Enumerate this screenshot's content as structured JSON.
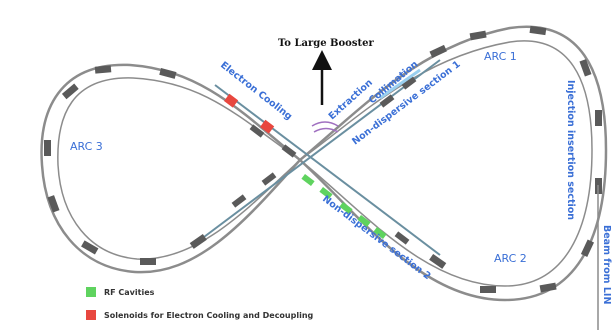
{
  "labels": {
    "to_large_booster": "To Large Booster",
    "arc1": "ARC 1",
    "arc2": "ARC 2",
    "arc3": "ARC 3",
    "electron_cooling": "Electron Cooling",
    "extraction": "Extraction",
    "collimation": "Collimation",
    "non_dispersive_1": "Non-dispersive section 1",
    "non_dispersive_2": "Non-dispersive section 2",
    "injection_insertion_section": "Injection insertion section",
    "beam_from_linac": "Beam from LIN"
  },
  "legend": {
    "rf_cavities": "RF Cavities",
    "solenoids": "Solenoids for Electron Cooling and Decoupling"
  },
  "colors": {
    "ring": "#8c8c8c",
    "magnet": "#5a5a5a",
    "rf": "#5fd35f",
    "solenoid": "#e8473f",
    "label": "#3a6fd6",
    "beamline": "#6a8fa0"
  }
}
